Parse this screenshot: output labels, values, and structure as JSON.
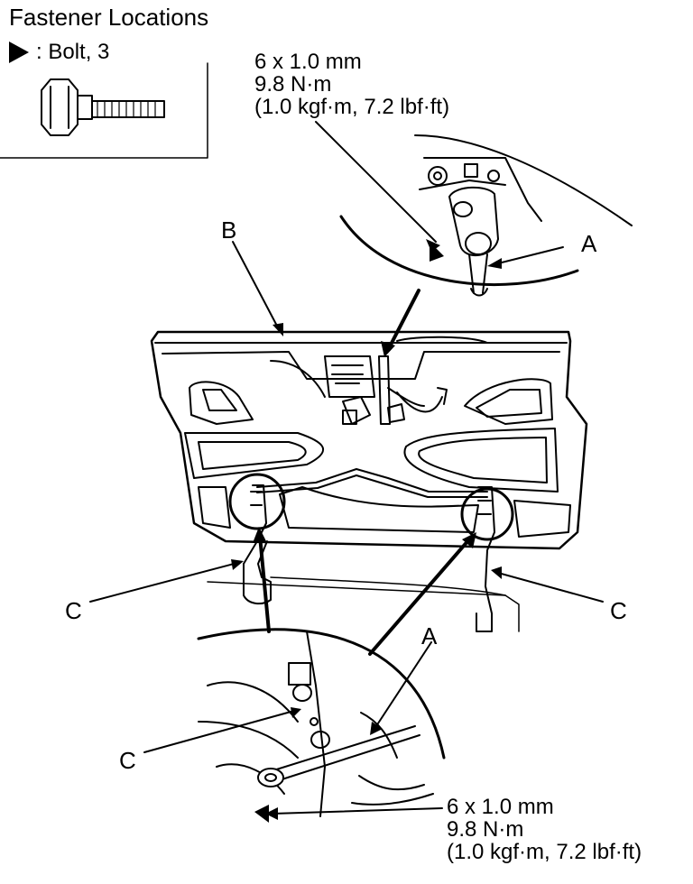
{
  "title": "Fastener Locations",
  "legend": {
    "symbol": "filled-triangle-icon",
    "text": ": Bolt, 3"
  },
  "spec_top": {
    "size": "6 x 1.0 mm",
    "torque": "9.8 N·m",
    "alt": "(1.0 kgf·m, 7.2 lbf·ft)"
  },
  "spec_bottom": {
    "size": "6 x 1.0 mm",
    "torque": "9.8 N·m",
    "alt": "(1.0 kgf·m, 7.2 lbf·ft)"
  },
  "callouts": {
    "a_top": "A",
    "b": "B",
    "c_left": "C",
    "c_right": "C",
    "a_bottom": "A",
    "c_bottom": "C"
  }
}
